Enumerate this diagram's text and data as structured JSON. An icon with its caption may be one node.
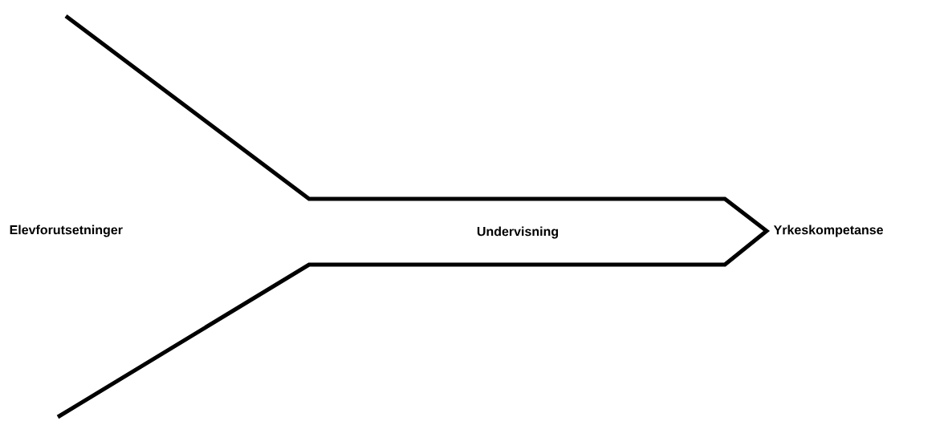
{
  "diagram": {
    "nodes": [
      {
        "text": [
          "Undervisning"
        ]
      }
    ],
    "labels": [
      "Elevforutsetninger",
      "Yrkeskompetanse"
    ]
  }
}
